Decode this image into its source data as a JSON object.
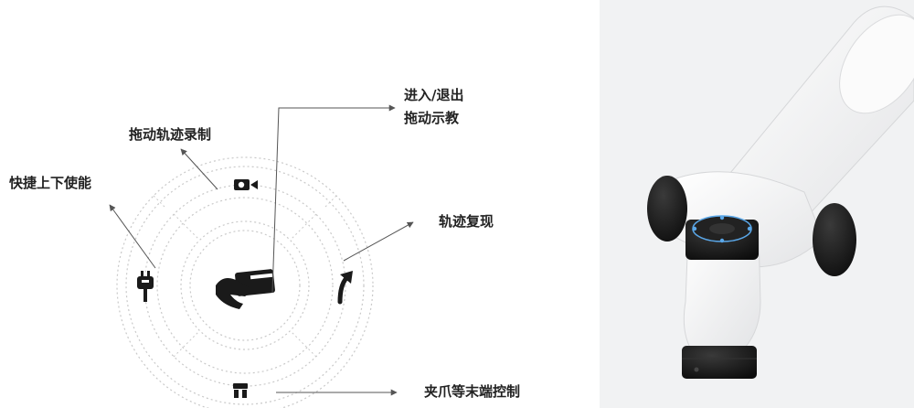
{
  "labels": {
    "drag_record": "拖动轨迹录制",
    "quick_power": "快捷上下使能",
    "enter_exit_line1": "进入/退出",
    "enter_exit_line2": "拖动示教",
    "trajectory_replay": "轨迹复现",
    "gripper_control": "夹爪等末端控制"
  },
  "icons": {
    "record": "video-camera-icon",
    "power": "power-plug-icon",
    "replay": "curved-arrow-up-icon",
    "gripper": "gripper-icon",
    "center": "hand-grip-icon"
  },
  "colors": {
    "text": "#222222",
    "ring": "#c9c9c9",
    "arrow": "#555555",
    "robot_body": "#f7f7f7",
    "robot_cap": "#1a1a1a",
    "led": "#5aa7e8"
  }
}
